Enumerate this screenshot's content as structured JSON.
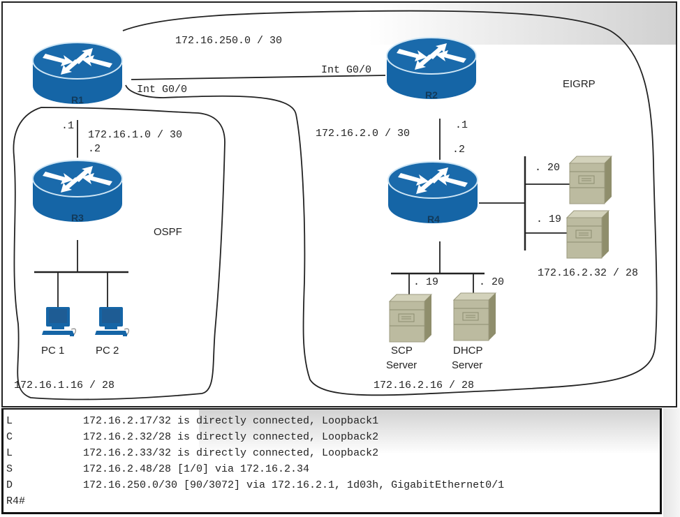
{
  "diagram": {
    "routers": [
      {
        "id": "R1",
        "label": "R1"
      },
      {
        "id": "R2",
        "label": "R2"
      },
      {
        "id": "R3",
        "label": "R3"
      },
      {
        "id": "R4",
        "label": "R4"
      }
    ],
    "areas": {
      "ospf": "OSPF",
      "eigrp": "EIGRP"
    },
    "links": {
      "r1_r2_subnet": "172.16.250.0 / 30",
      "r1_int": "Int G0/0",
      "r2_int": "Int G0/0",
      "r1_r3_subnet": "172.16.1.0 / 30",
      "r1_r3_r1_ip": ".1",
      "r1_r3_r3_ip": ".2",
      "r2_r4_subnet": "172.16.2.0 / 30",
      "r2_r4_r2_ip": ".1",
      "r2_r4_r4_ip": ".2"
    },
    "lans": {
      "ospf_lan": "172.16.1.16 / 28",
      "server_lan": "172.16.2.16 / 28",
      "loopback_lan": "172.16.2.32 / 28"
    },
    "hosts": {
      "pc1": "PC 1",
      "pc2": "PC 2",
      "scp_line1": "SCP",
      "scp_line2": "Server",
      "scp_ip": ". 19",
      "dhcp_line1": "DHCP",
      "dhcp_line2": "Server",
      "dhcp_ip": ". 20",
      "srv_top_ip": ". 20",
      "srv_bottom_ip": ". 19"
    },
    "colors": {
      "router_blue": "#1565a6",
      "server_tan": "#bcbba0",
      "line": "#222222"
    }
  },
  "cli": {
    "lines": [
      {
        "code": "L",
        "text": "172.16.2.17/32 is directly connected, Loopback1"
      },
      {
        "code": "C",
        "text": "172.16.2.32/28 is directly connected, Loopback2"
      },
      {
        "code": "L",
        "text": "172.16.2.33/32 is directly connected, Loopback2"
      },
      {
        "code": "S",
        "text": "172.16.2.48/28 [1/0] via 172.16.2.34"
      },
      {
        "code": "D",
        "text": "172.16.250.0/30 [90/3072] via 172.16.2.1, 1d03h, GigabitEthernet0/1"
      }
    ],
    "prompt": "R4#"
  }
}
